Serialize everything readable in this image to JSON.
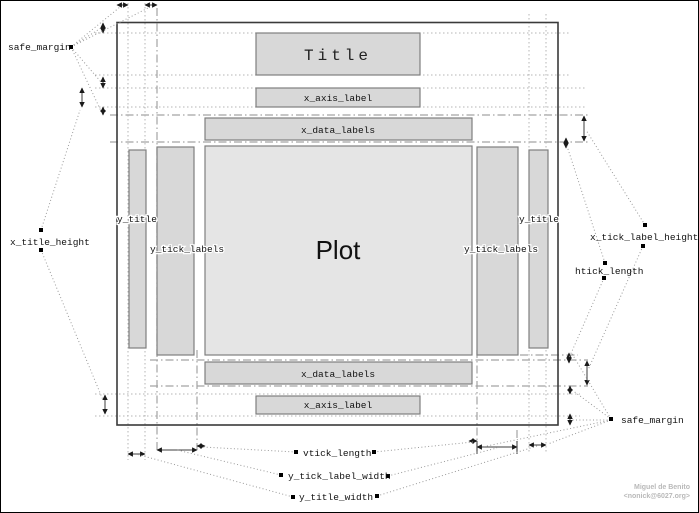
{
  "diagram": {
    "boxes": {
      "title": "Title",
      "x_axis_label": "x_axis_label",
      "x_data_labels": "x_data_labels",
      "plot": "Plot",
      "y_title": "y_title",
      "y_tick_labels": "y_tick_labels"
    },
    "annotations": {
      "safe_margin": "safe_margin",
      "x_title_height": "x_title_height",
      "x_tick_label_height": "x_tick_label_height",
      "htick_length": "htick_length",
      "vtick_length": "vtick_length",
      "y_tick_label_width": "y_tick_label_width",
      "y_title_width": "y_title_width"
    },
    "credit": {
      "author": "Miguel de Benito",
      "email": "<nonick@6027.org>"
    },
    "colors": {
      "box_fill": "#d8d8d8",
      "plot_fill": "#e5e5e5",
      "annotation_green": "#33bb33",
      "annotation_red": "#993333"
    }
  }
}
